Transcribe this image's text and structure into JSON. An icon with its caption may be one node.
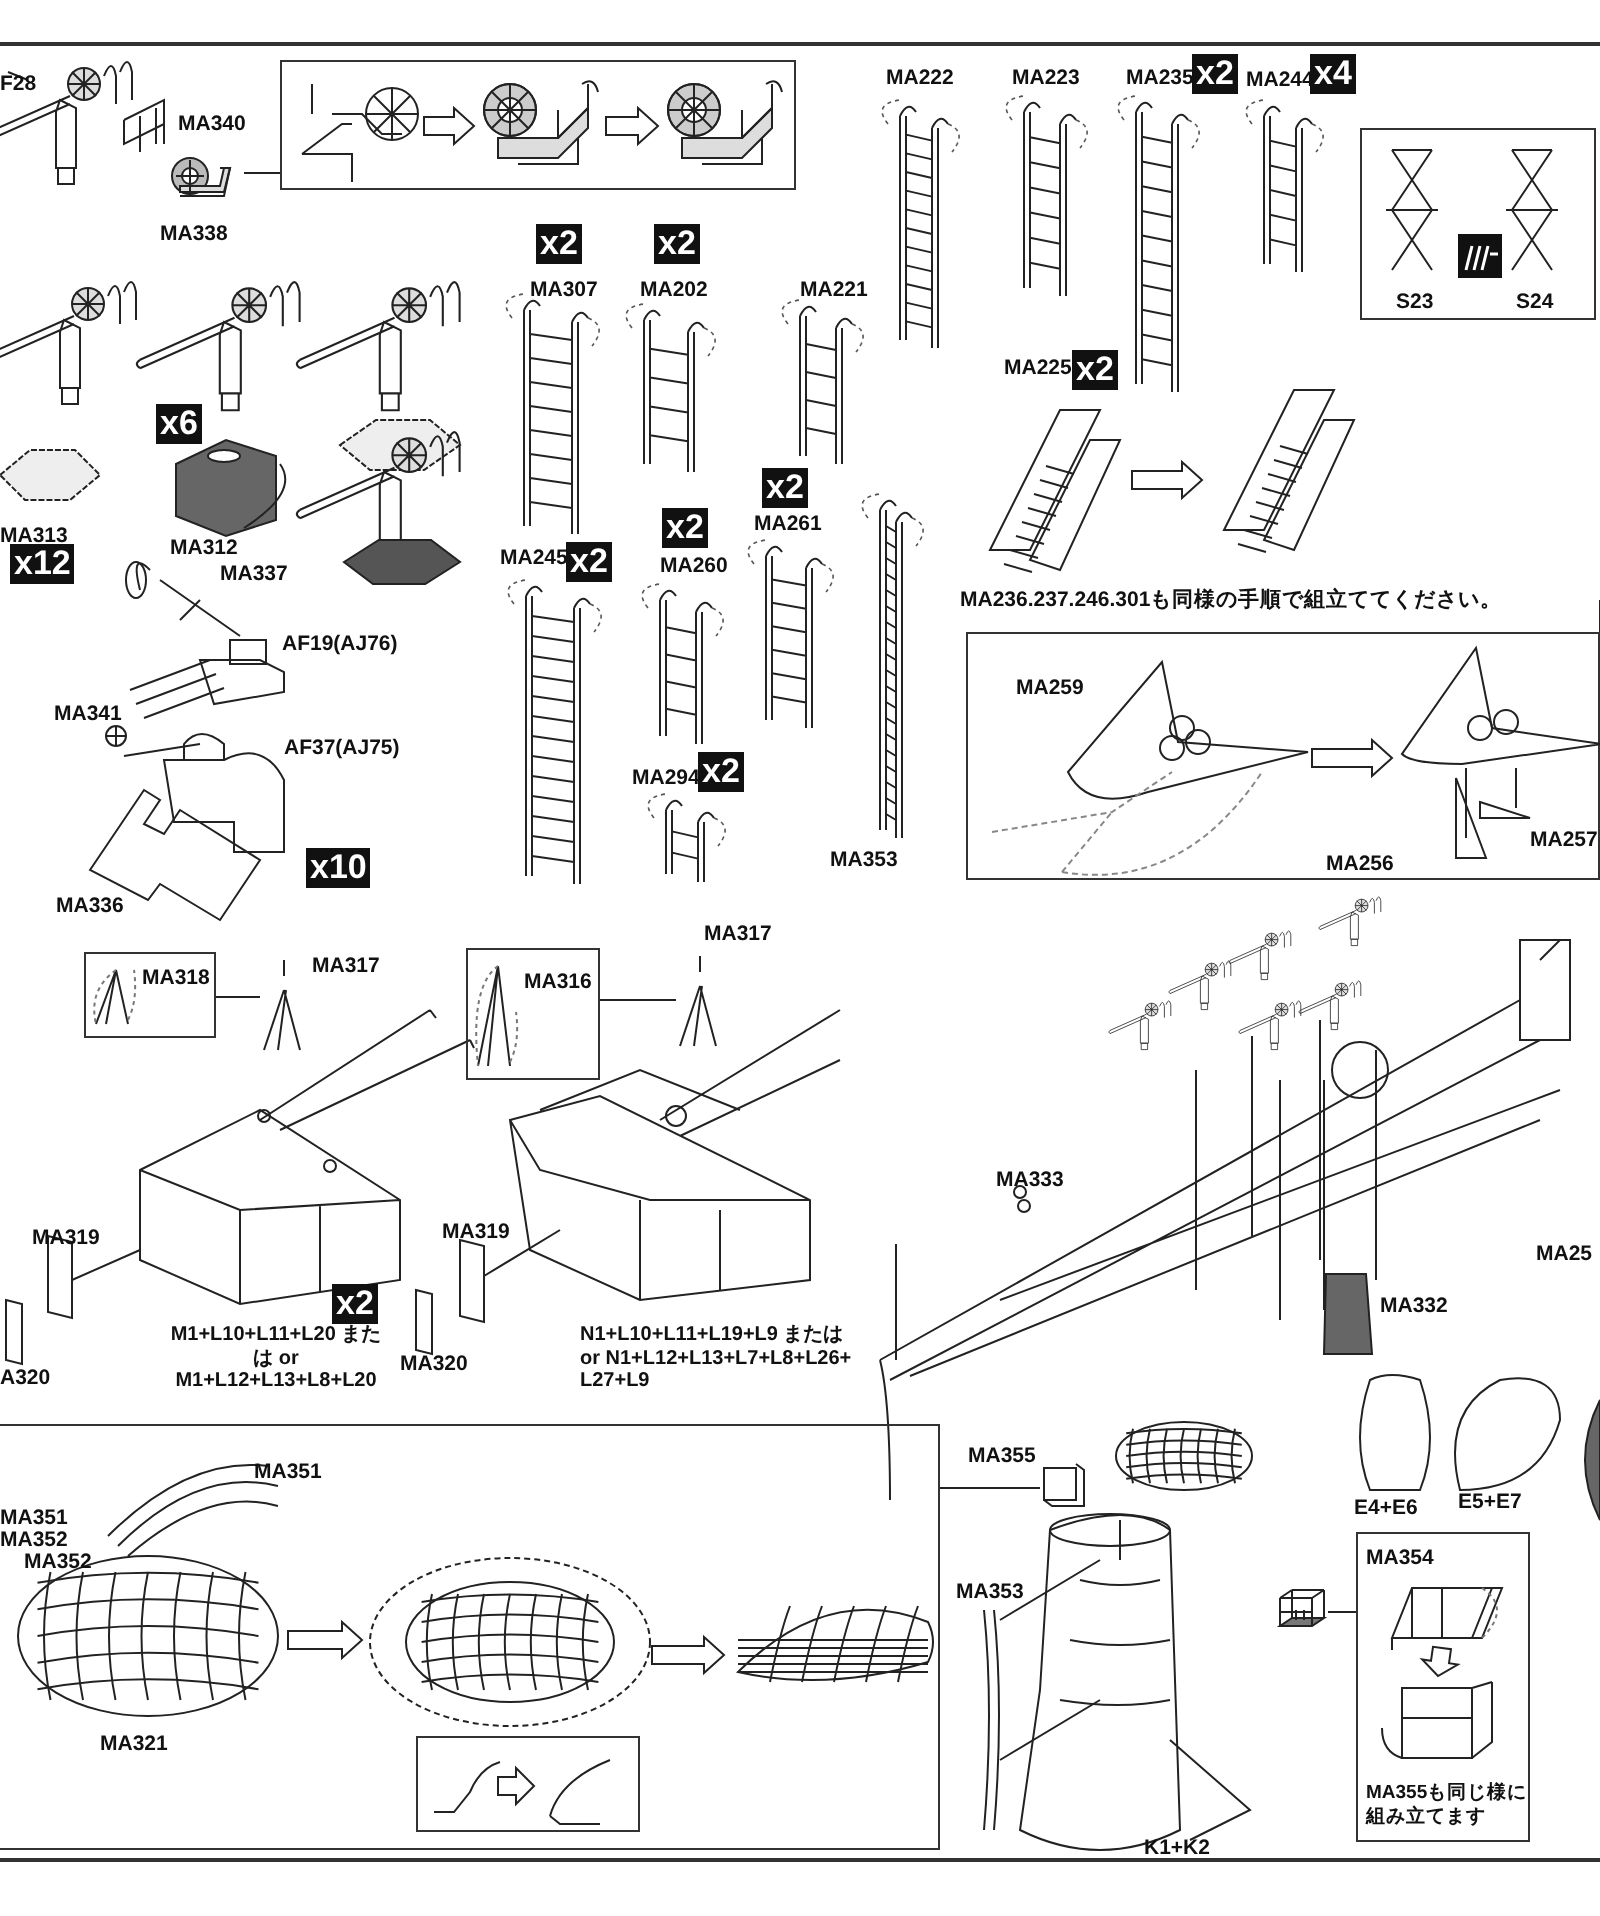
{
  "diagram": {
    "nodes": [
      {
        "text": [],
        "shape": "box"
      },
      {
        "text": [],
        "shape": "picture",
        "in": 0
      },
      {
        "text": [],
        "shape": "picture",
        "in": 0
      },
      {
        "text": [],
        "shape": "picture",
        "in": 0
      },
      {
        "text": [],
        "shape": "picture"
      },
      {
        "text": [],
        "shape": "picture"
      },
      {
        "text": [],
        "shape": "box"
      },
      {
        "text": [],
        "shape": "picture",
        "in": 6
      },
      {
        "text": [],
        "shape": "picture",
        "in": 6
      },
      {
        "text": [],
        "shape": "box"
      },
      {
        "text": [],
        "shape": "picture",
        "in": 9
      },
      {
        "text": [],
        "shape": "picture",
        "in": 9
      },
      {
        "text": [],
        "shape": "picture",
        "in": 9
      },
      {
        "text": [],
        "shape": "box",
        "in": 9
      },
      {
        "text": [],
        "shape": "picture",
        "in": 13
      },
      {
        "text": [],
        "shape": "picture",
        "in": 13
      },
      {
        "text": [
          "MA355も同じ様に組み立てます"
        ]
      },
      {
        "text": [],
        "shape": "picture",
        "in": 16
      },
      {
        "text": [],
        "shape": "picture",
        "in": 16
      },
      {
        "text": [
          "S23",
          "S24"
        ]
      },
      {
        "text": [
          "MA318"
        ]
      },
      {
        "text": [
          "MA316"
        ]
      },
      {
        "text": [],
        "shape": "picture"
      },
      {
        "text": [],
        "shape": "picture"
      },
      {
        "text": [],
        "shape": "picture"
      },
      {
        "text": [],
        "shape": "picture"
      },
      {
        "text": [],
        "shape": "picture"
      }
    ],
    "edges": [
      {
        "from": 1,
        "to": 2,
        "arrow": "to"
      },
      {
        "from": 2,
        "to": 3,
        "arrow": "to"
      },
      {
        "from": 4,
        "to": 5,
        "arrow": "to"
      },
      {
        "from": 7,
        "to": 8,
        "arrow": "to"
      },
      {
        "from": 10,
        "to": 11,
        "arrow": "to"
      },
      {
        "from": 11,
        "to": 12,
        "arrow": "to"
      },
      {
        "from": 14,
        "to": 15,
        "arrow": "to"
      },
      {
        "from": 17,
        "to": 18,
        "arrow": "to"
      },
      {
        "from": 0,
        "to": 22,
        "arrow": "none"
      },
      {
        "from": 20,
        "to": 23,
        "arrow": "none"
      },
      {
        "from": 21,
        "to": 24,
        "arrow": "none"
      },
      {
        "from": 16,
        "to": 26,
        "arrow": "none"
      },
      {
        "from": 6,
        "to": null,
        "arrow": "none"
      },
      {
        "from": 9,
        "to": 25,
        "arrow": "none"
      }
    ],
    "labels": [
      "F28",
      "MA340",
      "MA222",
      "MA223",
      "MA235",
      "x2",
      "MA244",
      "x4",
      "MA338",
      "x2",
      "x2",
      "MA307",
      "MA202",
      "MA221",
      "MA225",
      "x2",
      "x6",
      "MA313",
      "x12",
      "MA312",
      "MA337",
      "x2",
      "MA261",
      "x2",
      "MA260",
      "MA245",
      "x2",
      "MA236.237.246.301も同様の手順で組立ててください。",
      "AF19(AJ76)",
      "MA259",
      "MA341",
      "AF37(AJ75)",
      "MA294",
      "x2",
      "MA257",
      "x10",
      "MA353",
      "MA256",
      "MA336",
      "MA317",
      "MA317",
      "MA333",
      "MA319",
      "MA319",
      "MA25",
      "MA332",
      "x2",
      "M1+L10+L11+L20 または or M1+L12+L13+L8+L20",
      "N1+L10+L11+L19+L9 または or N1+L12+L13+L7+L8+L26+ L27+L9",
      "MA320",
      "A320",
      "MA351",
      "MA355",
      "E4+E6",
      "E5+E7",
      "MA351",
      "MA352",
      "MA352",
      "MA354",
      "MA353",
      "MA321",
      "K1+K2"
    ]
  }
}
